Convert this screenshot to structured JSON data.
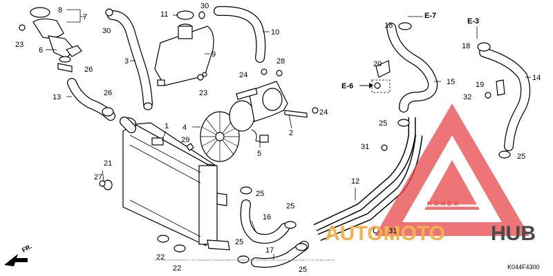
{
  "callouts": {
    "c1": "1",
    "c2": "2",
    "c3": "3",
    "c4": "4",
    "c5": "5",
    "c6": "6",
    "c7": "7",
    "c8": "8",
    "c9": "9",
    "c10": "10",
    "c11": "11",
    "c12": "12",
    "c13": "13",
    "c14": "14",
    "c15": "15",
    "c17": "17",
    "c18a": "18",
    "c18b": "18",
    "c19": "19",
    "c20": "20",
    "c21": "21",
    "c22a": "22",
    "c22b": "22",
    "c23a": "23",
    "c23b": "23",
    "c24a": "24",
    "c24b": "24",
    "c25a": "25",
    "c25b": "25",
    "c25c": "25",
    "c25d": "25",
    "c25e": "25",
    "c25f": "25",
    "c26a": "26",
    "c26b": "26",
    "c27": "27",
    "c28": "28",
    "c29": "29",
    "c30a": "30",
    "c30b": "30",
    "c31a": "31",
    "c31b": "31",
    "c32": "32",
    "c16": "16"
  },
  "refs": {
    "e7": "E-7",
    "e3": "E-3",
    "e6": "E-6"
  },
  "direction": "FR.",
  "diagram_code": "K044F4300",
  "copyright": "©2020 American Honda Motor Co., Inc. Reproduction of this parts diagram is prohibited unless expressly permitted by American Honda Motor Co., Inc. All rights reserved",
  "watermark": {
    "brand_part1": "AUTOMOTO",
    "brand_part2": "HUB",
    "logo_name": "HONDA"
  },
  "colors": {
    "watermark_red": "#e8484c",
    "watermark_orange": "#f3b24b",
    "watermark_gray": "#4a4a4a"
  }
}
